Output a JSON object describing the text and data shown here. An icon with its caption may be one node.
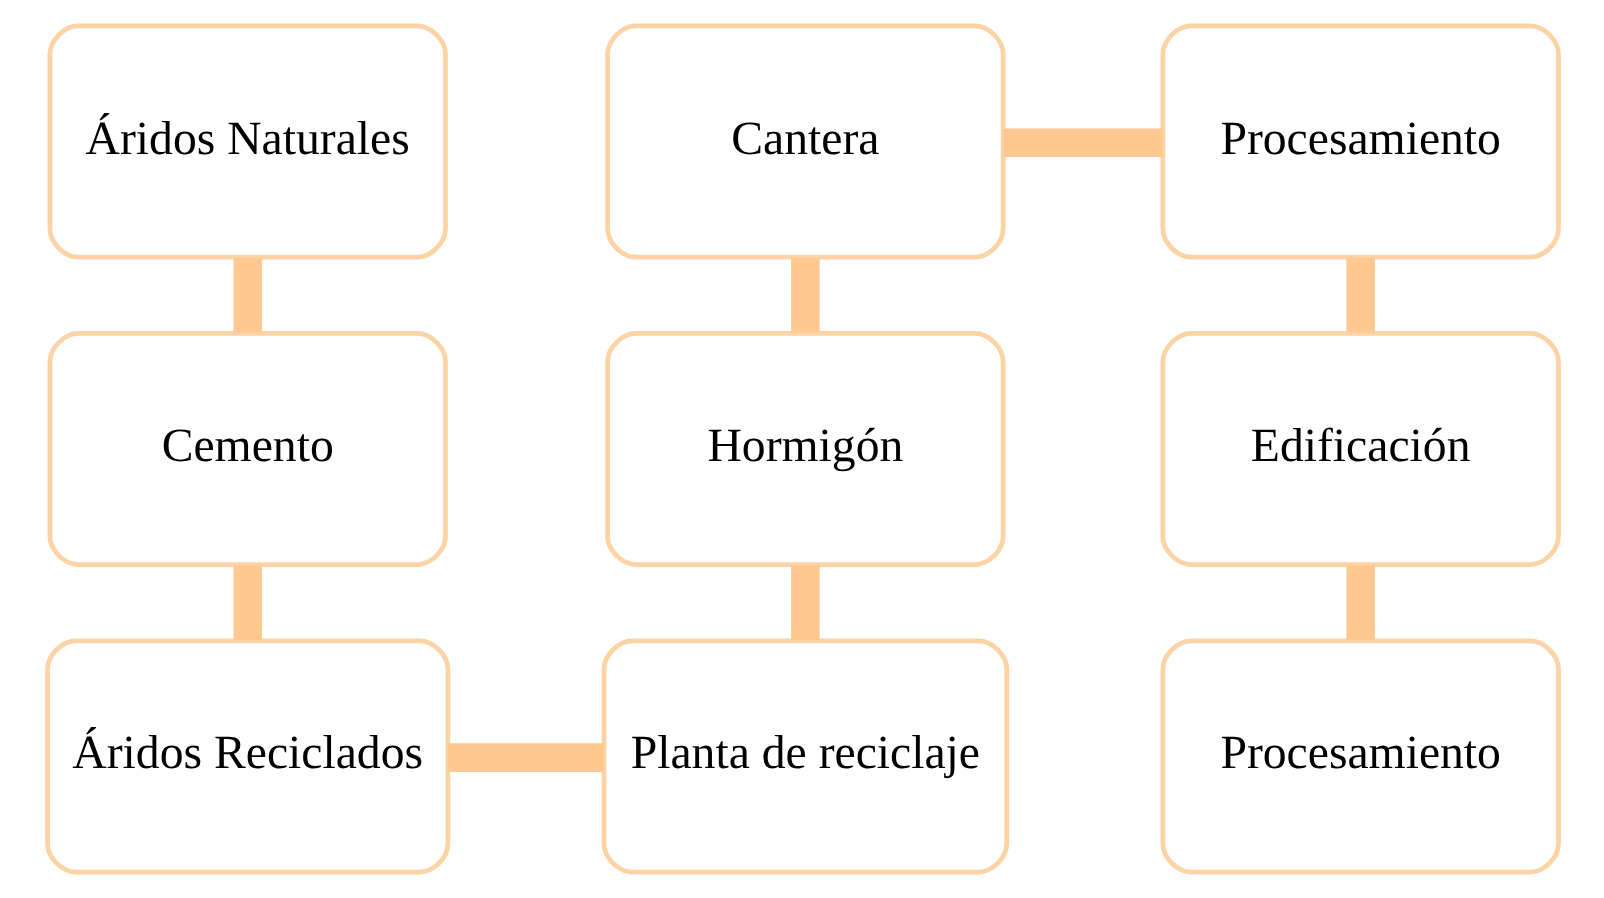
{
  "diagram": {
    "nodes": [
      {
        "text": [
          "Áridos Naturales"
        ]
      },
      {
        "text": [
          "Cantera"
        ]
      },
      {
        "text": [
          "Procesamiento"
        ]
      },
      {
        "text": [
          "Cemento"
        ]
      },
      {
        "text": [
          "Hormigón"
        ]
      },
      {
        "text": [
          "Edificación"
        ]
      },
      {
        "text": [
          "Áridos Reciclados"
        ]
      },
      {
        "text": [
          "Planta de reciclaje"
        ]
      },
      {
        "text": [
          "Procesamiento"
        ]
      }
    ],
    "edges": [
      {
        "from": 0,
        "to": 3,
        "arrow": "none"
      },
      {
        "from": 3,
        "to": 6,
        "arrow": "none"
      },
      {
        "from": 6,
        "to": 7,
        "arrow": "none"
      },
      {
        "from": 7,
        "to": 4,
        "arrow": "none"
      },
      {
        "from": 4,
        "to": 1,
        "arrow": "none"
      },
      {
        "from": 1,
        "to": 2,
        "arrow": "none"
      },
      {
        "from": 2,
        "to": 5,
        "arrow": "none"
      },
      {
        "from": 5,
        "to": 8,
        "arrow": "none"
      }
    ]
  }
}
